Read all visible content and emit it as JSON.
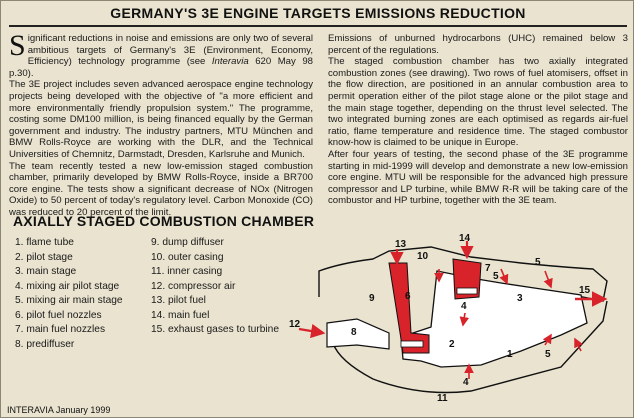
{
  "article": {
    "headline": "GERMANY'S 3E ENGINE TARGETS EMISSIONS REDUCTION",
    "dropcap": "S",
    "p1_rest": "ignificant reductions in noise and emissions are only two of several ambitious targets of Germany's 3E (Environment, Economy, Efficiency) technology programme (see ",
    "p1_italic": "Interavia",
    "p1_end": " 620 May 98 p.30).",
    "p2": "The 3E project includes seven advanced aerospace engine technology projects being developed with the objective of \"a more efficient and more environmentally friendly propulsion system.\" The programme, costing some DM100 million, is being financed equally by the German government and industry. The industry partners, MTU München and BMW Rolls-Royce are working with the DLR, and the Technical Universities of Chemnitz, Darmstadt, Dresden, Karlsruhe and Munich.",
    "p3": "The team recently tested a new low-emission staged combustion chamber, primarily developed by BMW Rolls-Royce, inside a BR700 core engine. The tests show a significant decrease of NOx (Nitrogen Oxide) to 50 percent of today's regulatory level. Carbon Monoxide (CO) was reduced to 20 percent of the limit.",
    "p4": "Emissions of unburned hydrocarbons (UHC) remained below 3 percent of the regulations.",
    "p5": "The staged combustion chamber has two axially integrated combustion zones (see drawing). Two rows of fuel atomisers, offset in the flow direction, are positioned in an annular combustion area to permit operation either of the pilot stage alone or the pilot stage and the main stage together, depending on the thrust level selected. The two integrated burning zones are each optimised as regards air-fuel ratio, flame temperature and residence time. The staged combustor know-how is claimed to be unique in Europe.",
    "p6": "After four years of testing, the second phase of the 3E programme starting in mid-1999 will develop and demonstrate a new low-emission core engine. MTU will be responsible for the advanced high pressure compressor and LP turbine, while BMW R-R will be taking care of the combustor and HP turbine, together with the 3E team."
  },
  "diagram": {
    "title": "AXIALLY STAGED COMBUSTION CHAMBER",
    "legend_left": [
      "1. flame tube",
      "2. pilot stage",
      "3. main stage",
      "4. mixing air pilot stage",
      "5. mixing air main stage",
      "6. pilot fuel nozzles",
      "7. main fuel nozzles",
      "8. prediffuser"
    ],
    "legend_right": [
      "9. dump diffuser",
      "10. outer casing",
      "11. inner casing",
      "12. compressor air",
      "13. pilot fuel",
      "14. main fuel",
      "15. exhaust gases to turbine"
    ],
    "labels": {
      "n1": "1",
      "n2": "2",
      "n3": "3",
      "n4": "4",
      "n5a": "5",
      "n5b": "5",
      "n5c": "5",
      "n6": "6",
      "n7": "7",
      "n8": "8",
      "n9": "9",
      "n10": "10",
      "n11": "11",
      "n12": "12",
      "n13": "13",
      "n14": "14",
      "n15": "15"
    },
    "colors": {
      "fuel_red": "#d8232a",
      "outline": "#111111",
      "fill": "#ffffff"
    }
  },
  "footer": {
    "text": "INTERAVIA January 1999"
  }
}
